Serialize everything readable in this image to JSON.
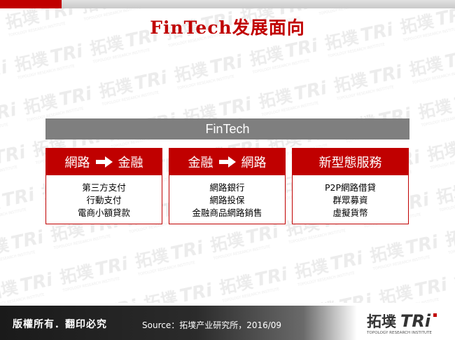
{
  "title": "FinTech发展面向",
  "header": {
    "label": "FinTech"
  },
  "columns": [
    {
      "from": "網路",
      "to": "金融",
      "items": [
        "第三方支付",
        "行動支付",
        "電商小額貸款"
      ]
    },
    {
      "from": "金融",
      "to": "網路",
      "items": [
        "網路銀行",
        "網路投保",
        "金融商品網路銷售"
      ]
    },
    {
      "label": "新型態服務",
      "items": [
        "P2P網路借貸",
        "群眾募資",
        "虛擬貨幣"
      ]
    }
  ],
  "footer": {
    "copyright": "版權所有．翻印必究",
    "source": "Source：拓墣产业研究所，2016/09"
  },
  "logo": {
    "text_cn": "拓墣",
    "text_en": "TRi",
    "tagline": "TOPOLOGY RESEARCH INSTITUTE"
  },
  "colors": {
    "accent": "#c00000",
    "header_gray": "#7f7f7f",
    "footer_dark": "#1a1a1a"
  }
}
